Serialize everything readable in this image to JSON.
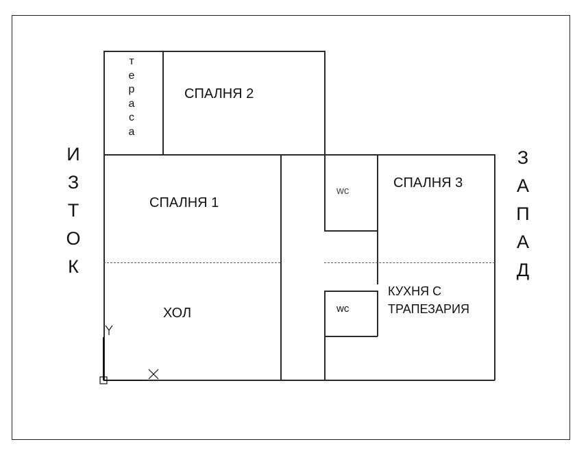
{
  "plan": {
    "compass": {
      "east": [
        "И",
        "З",
        "Т",
        "О",
        "К"
      ],
      "west": [
        "З",
        "А",
        "П",
        "А",
        "Д"
      ]
    },
    "rooms": {
      "terrace": [
        "т",
        "е",
        "р",
        "а",
        "с",
        "а"
      ],
      "bedroom2": "СПАЛНЯ 2",
      "bedroom1": "СПАЛНЯ 1",
      "bedroom3": "СПАЛНЯ 3",
      "wc_top": "wc",
      "wc_bottom": "wc",
      "kitchen_line1": "КУХНЯ С",
      "kitchen_line2": "ТРАПЕЗАРИЯ",
      "hall": "ХОЛ"
    },
    "ucs": {
      "x_label": "X",
      "y_label": "Y"
    }
  }
}
